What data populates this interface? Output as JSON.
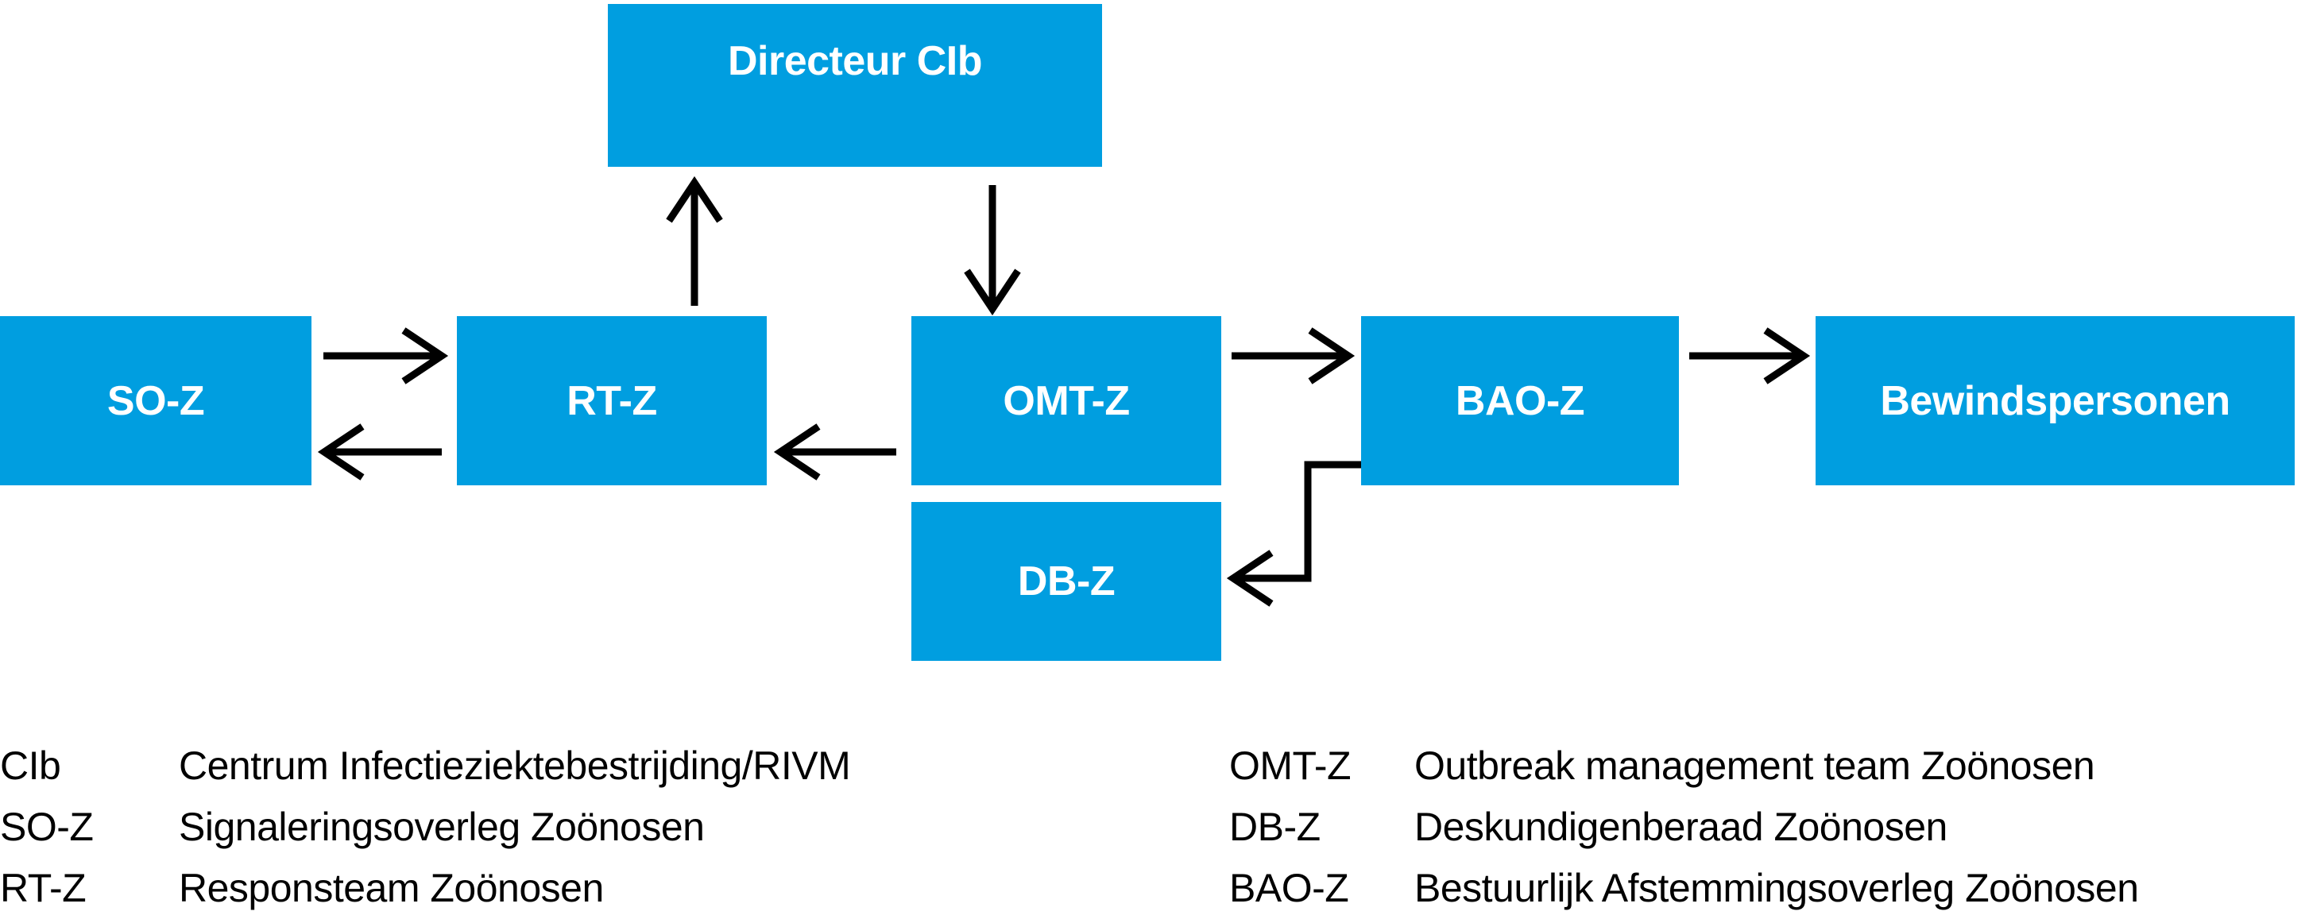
{
  "colors": {
    "box_fill": "#009ee0",
    "box_text": "#ffffff",
    "arrow": "#000000",
    "legend_text": "#000000",
    "background": "#ffffff"
  },
  "diagram": {
    "nodes": {
      "directeur": {
        "label": "Directeur CIb"
      },
      "soz": {
        "label": "SO-Z"
      },
      "rtz": {
        "label": "RT-Z"
      },
      "omtz": {
        "label": "OMT-Z"
      },
      "baoz": {
        "label": "BAO-Z"
      },
      "bewindspersonen": {
        "label": "Bewindspersonen"
      },
      "dbz": {
        "label": "DB-Z"
      }
    },
    "connections": [
      {
        "from": "SO-Z",
        "to": "RT-Z"
      },
      {
        "from": "RT-Z",
        "to": "SO-Z"
      },
      {
        "from": "RT-Z",
        "to": "Directeur CIb"
      },
      {
        "from": "Directeur CIb",
        "to": "OMT-Z"
      },
      {
        "from": "OMT-Z",
        "to": "RT-Z"
      },
      {
        "from": "OMT-Z",
        "to": "BAO-Z"
      },
      {
        "from": "BAO-Z",
        "to": "DB-Z"
      },
      {
        "from": "BAO-Z",
        "to": "Bewindspersonen"
      }
    ]
  },
  "legend": {
    "left": [
      {
        "term": "CIb",
        "definition": "Centrum Infectieziektebestrijding/RIVM"
      },
      {
        "term": "SO-Z",
        "definition": "Signaleringsoverleg Zoönosen"
      },
      {
        "term": "RT-Z",
        "definition": "Responsteam Zoönosen"
      }
    ],
    "right": [
      {
        "term": "OMT-Z",
        "definition": "Outbreak management team Zoönosen"
      },
      {
        "term": "DB-Z",
        "definition": "Deskundigenberaad Zoönosen"
      },
      {
        "term": "BAO-Z",
        "definition": "Bestuurlijk Afstemmingsoverleg Zoönosen"
      }
    ]
  }
}
